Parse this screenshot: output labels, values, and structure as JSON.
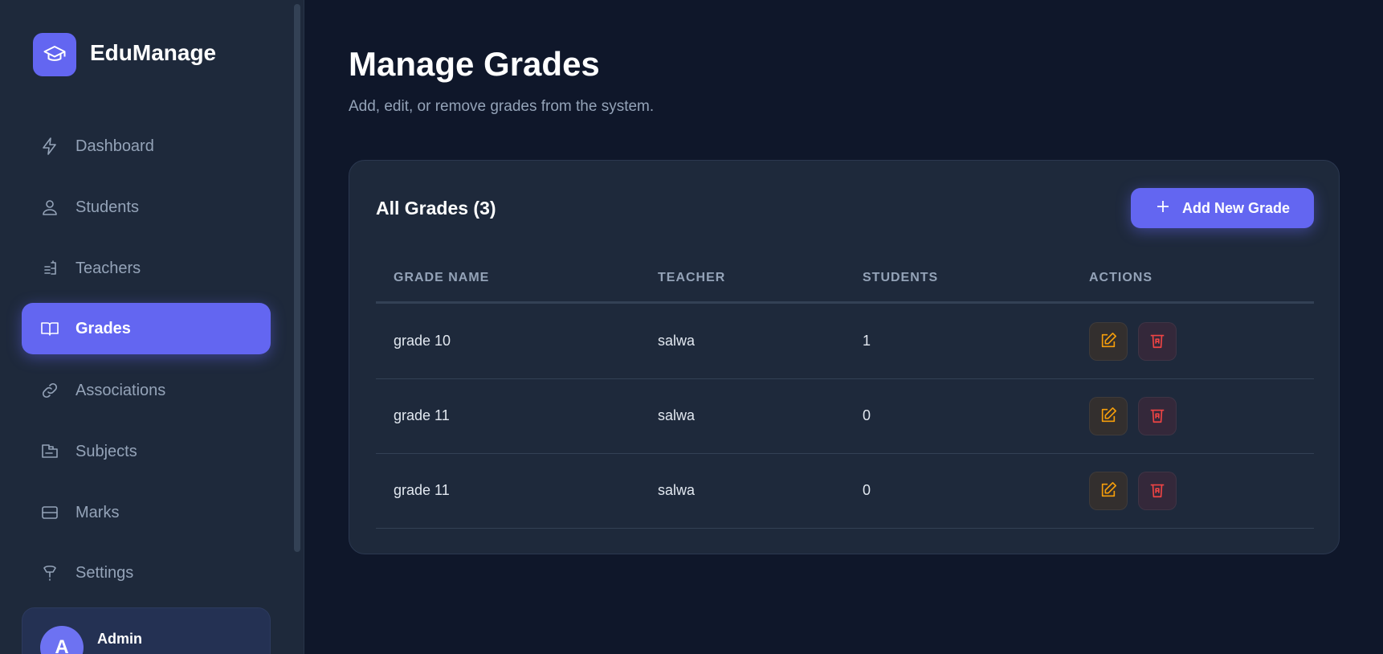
{
  "app": {
    "name": "EduManage"
  },
  "sidebar": {
    "items": [
      {
        "label": "Dashboard",
        "icon": "bolt-icon"
      },
      {
        "label": "Students",
        "icon": "user-icon"
      },
      {
        "label": "Teachers",
        "icon": "teacher-icon"
      },
      {
        "label": "Grades",
        "icon": "book-open-icon",
        "active": true
      },
      {
        "label": "Associations",
        "icon": "link-icon"
      },
      {
        "label": "Subjects",
        "icon": "folder-icon"
      },
      {
        "label": "Marks",
        "icon": "card-icon"
      },
      {
        "label": "Settings",
        "icon": "settings-icon"
      }
    ],
    "user": {
      "initial": "A",
      "name": "Admin"
    }
  },
  "page": {
    "title": "Manage Grades",
    "subtitle": "Add, edit, or remove grades from the system."
  },
  "card": {
    "title": "All Grades (3)",
    "add_label": "Add New Grade",
    "columns": [
      "GRADE NAME",
      "TEACHER",
      "STUDENTS",
      "ACTIONS"
    ],
    "rows": [
      {
        "name": "grade 10",
        "teacher": "salwa",
        "students": "1"
      },
      {
        "name": "grade 11",
        "teacher": "salwa",
        "students": "0"
      },
      {
        "name": "grade 11",
        "teacher": "salwa",
        "students": "0"
      }
    ]
  },
  "colors": {
    "accent": "#6366f1",
    "edit": "#f59e0b",
    "delete": "#ef4444"
  }
}
